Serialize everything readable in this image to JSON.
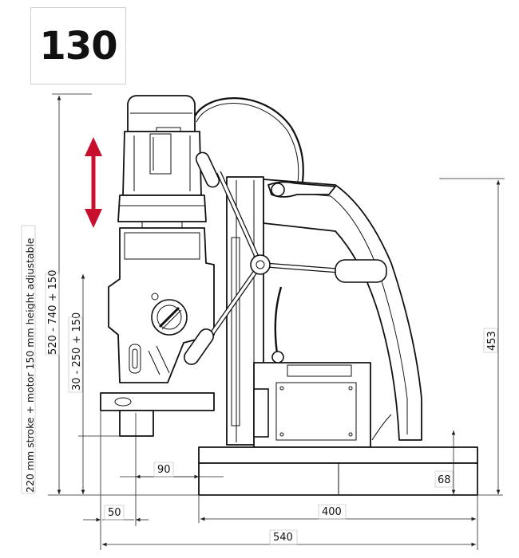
{
  "model": {
    "number": "130"
  },
  "dimensions": {
    "height_total": "520 - 740 + 150",
    "spindle_height": "30 - 250 + 150",
    "stroke_note": "220 mm stroke + motor 150 mm height adjustable",
    "depth_453": "453",
    "base_height_68": "68",
    "offset_90": "90",
    "offset_50": "50",
    "base_length_400": "400",
    "overall_length_540": "540"
  },
  "colors": {
    "arrow": "#c8102e",
    "line": "#111111"
  }
}
